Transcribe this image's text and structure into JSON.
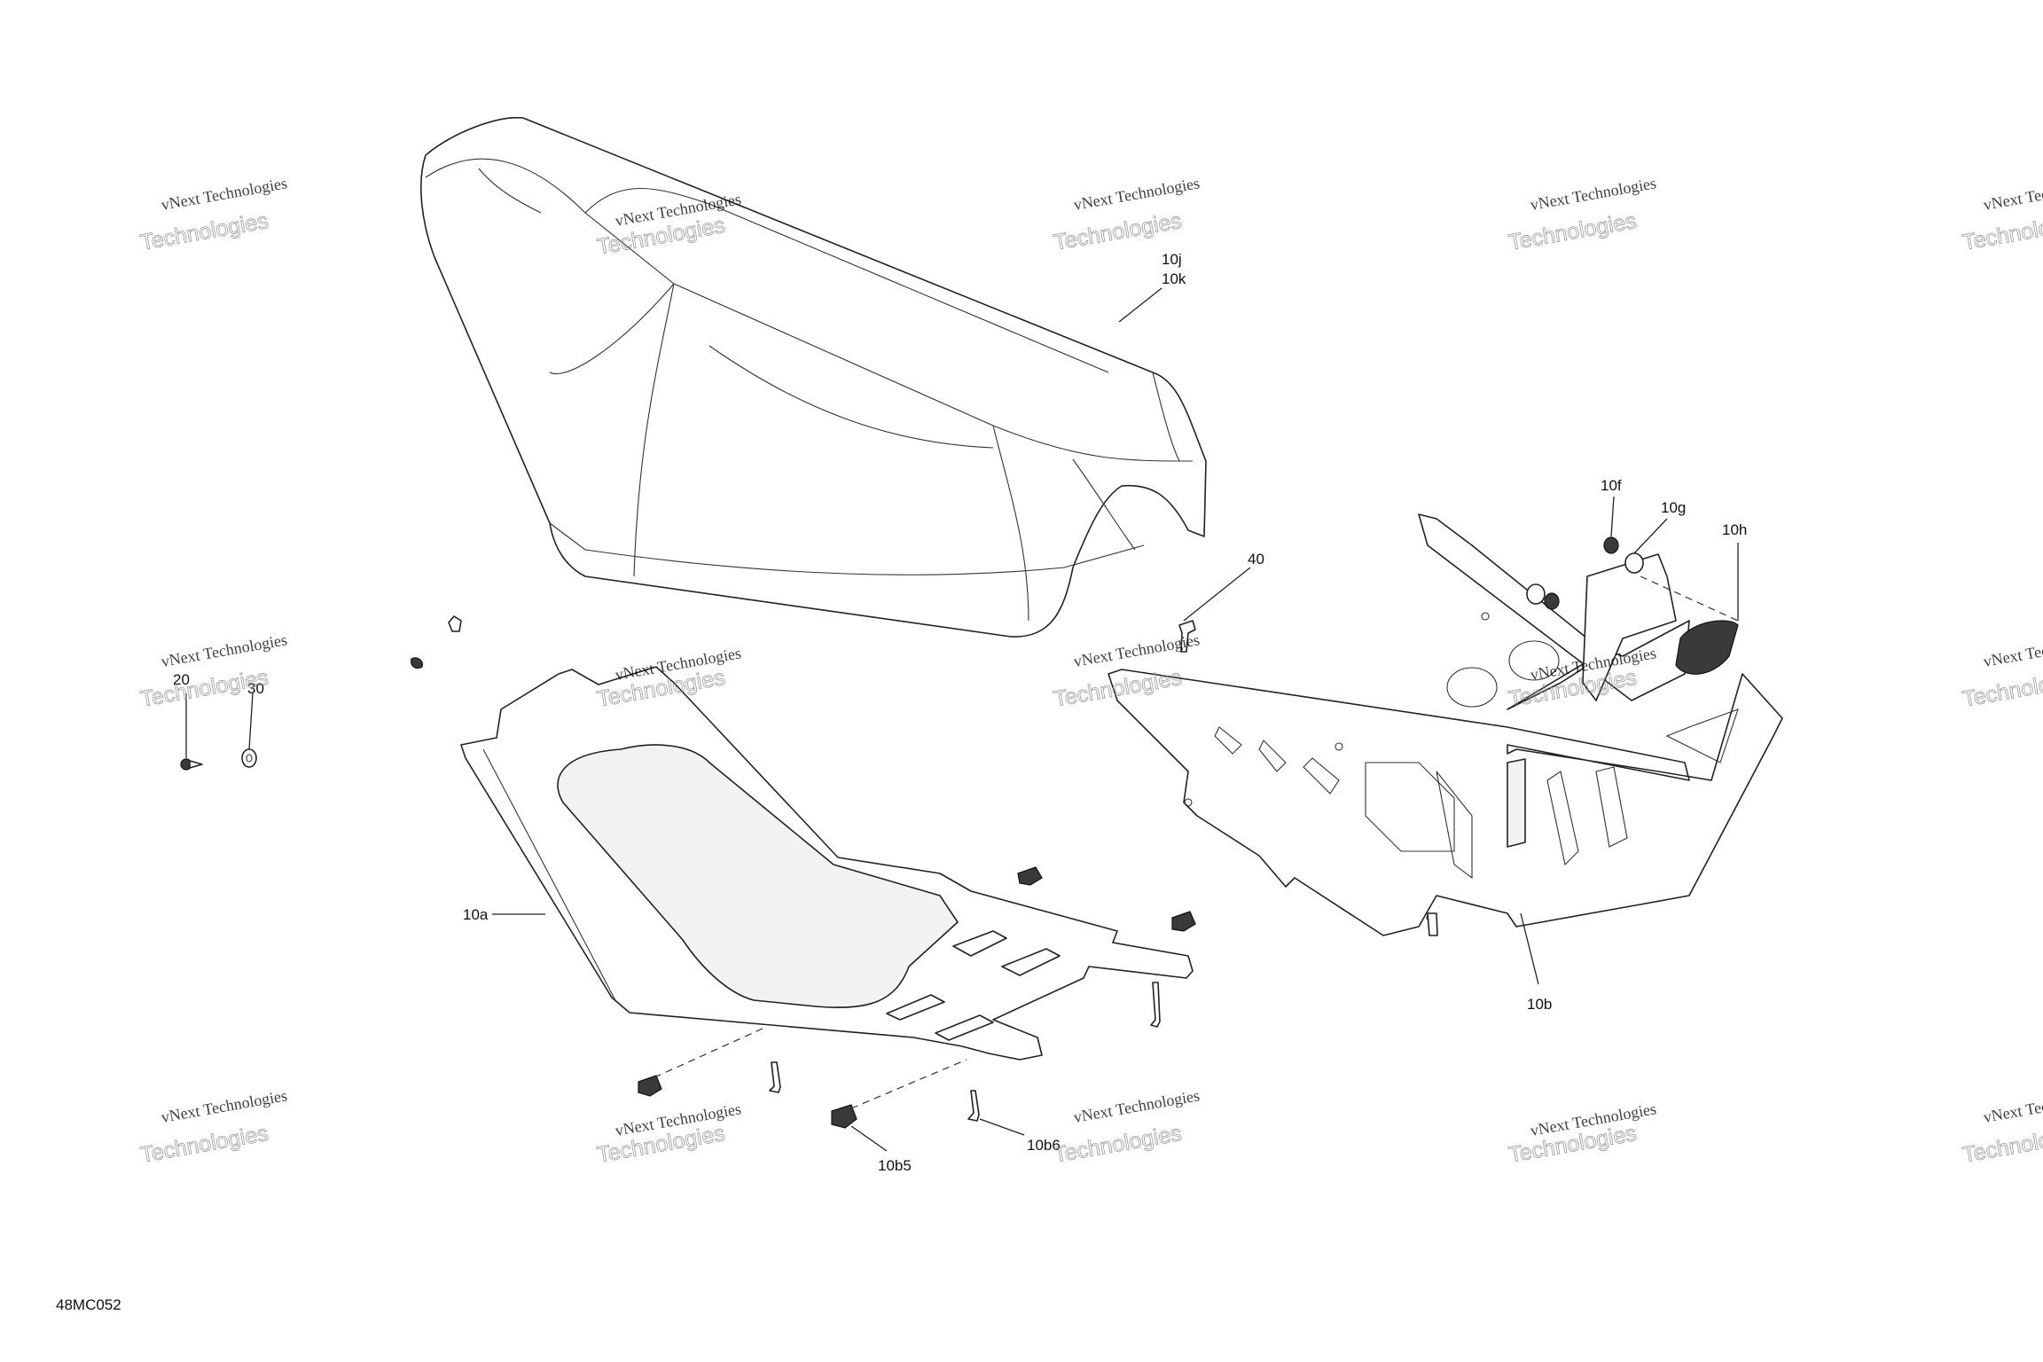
{
  "diagram": {
    "reference_code": "48MC052",
    "watermark": {
      "line1": "vNext Technologies",
      "line2": "Technologies",
      "corner": "vNext"
    },
    "callouts": {
      "c10j": "10j",
      "c10k": "10k",
      "c10f": "10f",
      "c10g": "10g",
      "c10h": "10h",
      "c40": "40",
      "c20": "20",
      "c30": "30",
      "c10a": "10a",
      "c10b": "10b",
      "c10b5": "10b5",
      "c10b6": "10b6"
    }
  }
}
